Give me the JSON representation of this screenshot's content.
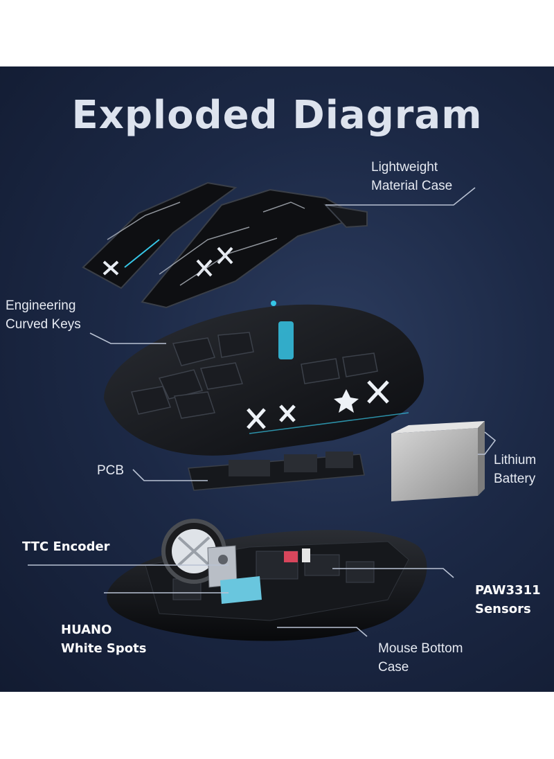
{
  "title": "Exploded Diagram",
  "labels": {
    "lightweight_case": [
      "Lightweight",
      "Material Case"
    ],
    "curved_keys": [
      "Engineering",
      "Curved Keys"
    ],
    "pcb": "PCB",
    "battery": [
      "Lithium",
      "Battery"
    ],
    "encoder": "TTC Encoder",
    "sensor": [
      "PAW3311",
      "Sensors"
    ],
    "switches": [
      "HUANO",
      "White Spots"
    ],
    "bottom_case": [
      "Mouse Bottom",
      "Case"
    ]
  },
  "colors": {
    "background": "#1c2946",
    "accent_cyan": "#36c6e6",
    "leader_line": "#b9c2d3"
  }
}
